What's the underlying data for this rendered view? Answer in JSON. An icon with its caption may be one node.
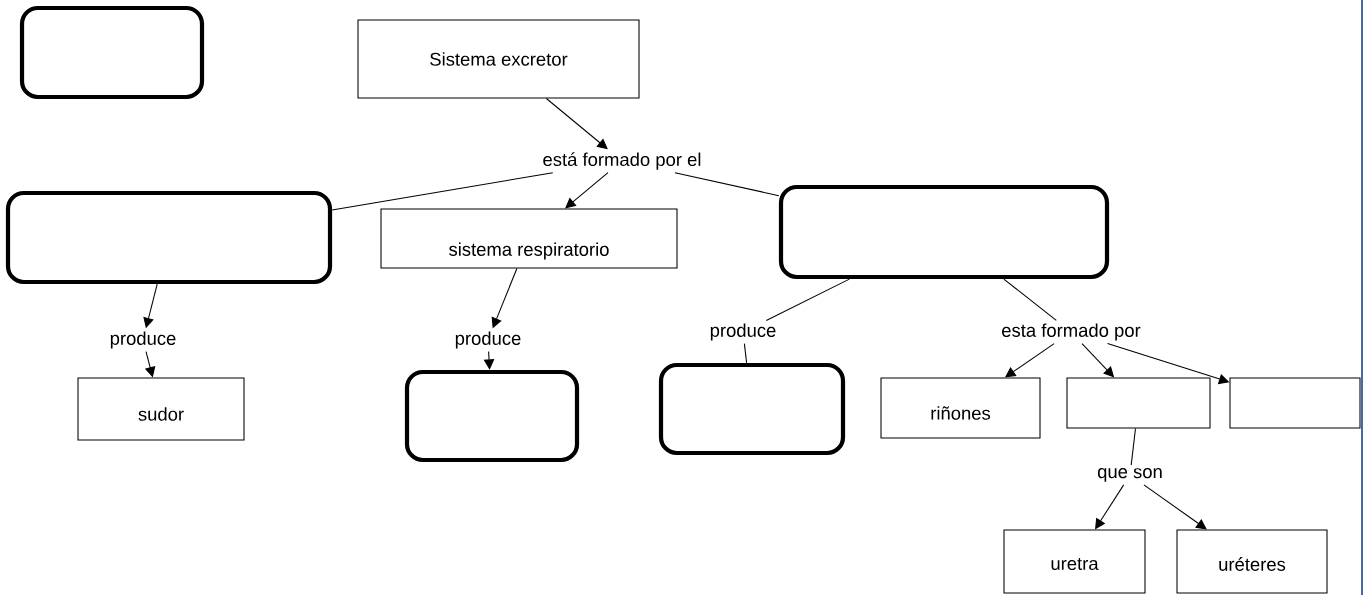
{
  "diagram": {
    "nodes": [
      {
        "text": [],
        "shape": "box"
      },
      {
        "text": [
          "Sistema excretor"
        ]
      },
      {
        "text": [
          "está formado por el"
        ]
      },
      {
        "text": [],
        "shape": "box"
      },
      {
        "text": [
          "sistema respiratorio"
        ]
      },
      {
        "text": [],
        "shape": "box"
      },
      {
        "text": [
          "produce"
        ]
      },
      {
        "text": [
          "sudor"
        ]
      },
      {
        "text": [
          "produce"
        ]
      },
      {
        "text": [],
        "shape": "box"
      },
      {
        "text": [
          "produce"
        ]
      },
      {
        "text": [],
        "shape": "box"
      },
      {
        "text": [
          "esta formado por"
        ]
      },
      {
        "text": [
          "riñones"
        ]
      },
      {
        "text": [],
        "shape": "rectangle"
      },
      {
        "text": [],
        "shape": "rectangle"
      },
      {
        "text": [
          "que son"
        ]
      },
      {
        "text": [
          "uretra"
        ]
      },
      {
        "text": [
          "uréteres"
        ]
      }
    ],
    "edges": [
      {
        "from": 1,
        "to": 2,
        "arrow": "to"
      },
      {
        "from": 2,
        "to": 3,
        "arrow": "none"
      },
      {
        "from": 2,
        "to": 4,
        "arrow": "to"
      },
      {
        "from": 2,
        "to": 5,
        "arrow": "none"
      },
      {
        "from": 3,
        "to": 6,
        "arrow": "to"
      },
      {
        "from": 6,
        "to": 7,
        "arrow": "to"
      },
      {
        "from": 4,
        "to": 8,
        "arrow": "to"
      },
      {
        "from": 8,
        "to": 9,
        "arrow": "to"
      },
      {
        "from": 5,
        "to": 10,
        "arrow": "none"
      },
      {
        "from": 10,
        "to": 11,
        "arrow": "none"
      },
      {
        "from": 5,
        "to": 12,
        "arrow": "none"
      },
      {
        "from": 12,
        "to": 13,
        "arrow": "to"
      },
      {
        "from": 12,
        "to": 14,
        "arrow": "to"
      },
      {
        "from": 12,
        "to": 15,
        "arrow": "to"
      },
      {
        "from": 14,
        "to": 16,
        "arrow": "none"
      },
      {
        "from": 16,
        "to": 17,
        "arrow": "to"
      },
      {
        "from": 16,
        "to": 18,
        "arrow": "to"
      }
    ]
  }
}
